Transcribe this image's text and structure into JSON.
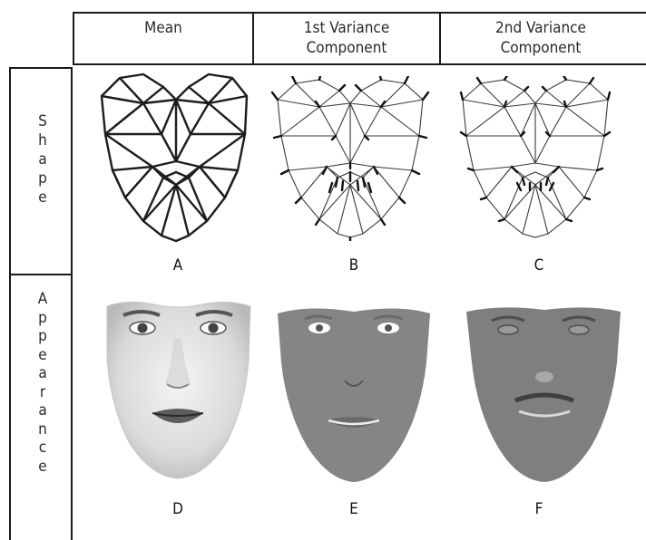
{
  "header": {
    "mean": "Mean",
    "first_var_line1": "1st Variance",
    "first_var_line2": "Component",
    "second_var_line1": "2nd Variance",
    "second_var_line2": "Component"
  },
  "rows": {
    "shape": [
      "S",
      "h",
      "a",
      "p",
      "e"
    ],
    "appearance": [
      "A",
      "p",
      "p",
      "e",
      "a",
      "r",
      "a",
      "n",
      "c",
      "e"
    ]
  },
  "panels": [
    "A",
    "B",
    "C",
    "D",
    "E",
    "F"
  ]
}
